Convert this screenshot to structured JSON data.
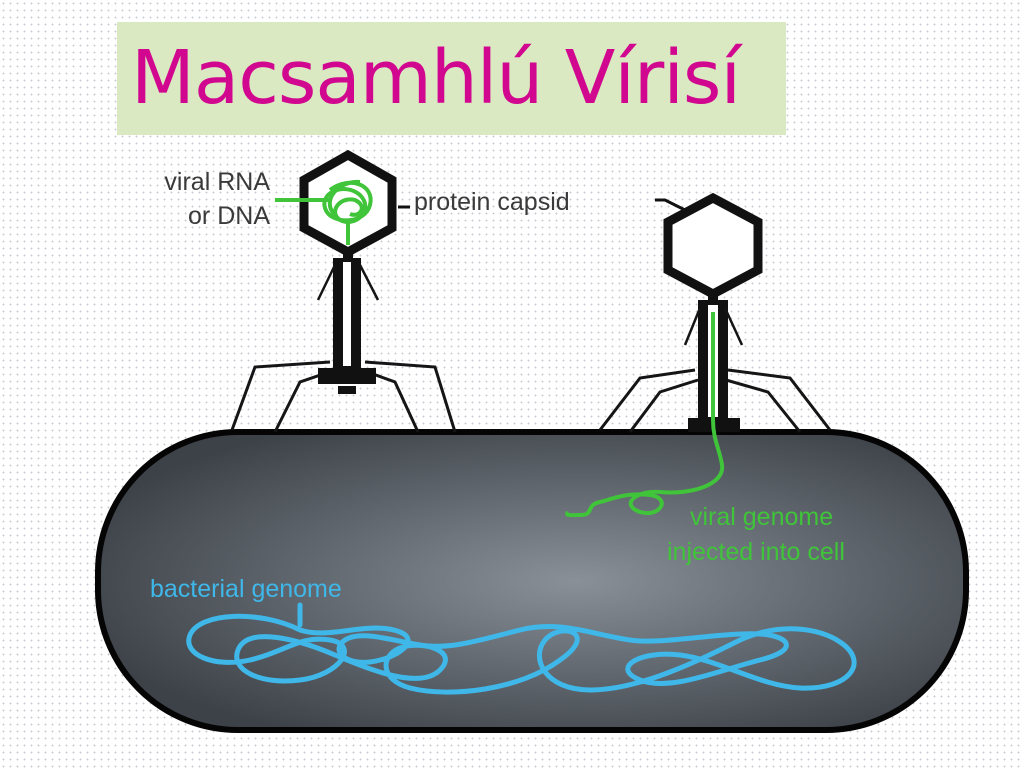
{
  "title": "Macsamhlú Vírisí",
  "labels": {
    "viral_nucleic_acid_line1": "viral RNA",
    "viral_nucleic_acid_line2": "or DNA",
    "protein_capsid": "protein capsid",
    "viral_genome_line1": "viral genome",
    "viral_genome_line2": "injected into cell",
    "bacterial_genome": "bacterial genome"
  },
  "colors": {
    "title_text": "#d1088f",
    "title_background": "#dbe9c2",
    "viral_genome": "#3fc43a",
    "bacterial_genome": "#3fb7e8",
    "cell_body": "#4a5058"
  }
}
